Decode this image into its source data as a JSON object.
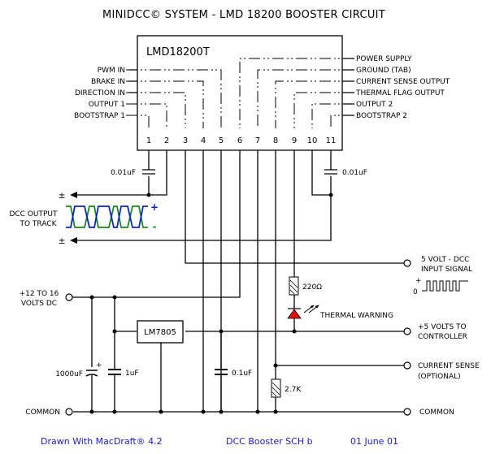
{
  "title": "MINIDCC© SYSTEM - LMD 18200  BOOSTER CIRCUIT",
  "chip": {
    "name": "LMD18200T",
    "pins": [
      "1",
      "2",
      "3",
      "4",
      "5",
      "6",
      "7",
      "8",
      "9",
      "10",
      "11"
    ],
    "left_labels": [
      "PWM IN",
      "BRAKE IN",
      "DIRECTION IN",
      "OUTPUT 1",
      "BOOTSTRAP 1"
    ],
    "right_labels": [
      "POWER SUPPLY",
      "GROUND (TAB)",
      "CURRENT SENSE OUTPUT",
      "THERMAL FLAG OUTPUT",
      "OUTPUT 2",
      "BOOTSTRAP 2"
    ]
  },
  "components": {
    "cap_bootstrap1": "0.01uF",
    "cap_bootstrap2": "0.01uF",
    "resistor_led": "220Ω",
    "led_label": "THERMAL WARNING",
    "regulator": "LM7805",
    "cap_bulk": "1000uF",
    "cap_1uf": "1uF",
    "cap_01uf": "0.1uF",
    "resistor_sense": "2.7K",
    "cap_plus_sign": "+"
  },
  "track": {
    "label_line1": "DCC OUTPUT",
    "label_line2": "TO TRACK",
    "pm_top": "±",
    "pm_bottom": "±",
    "plus": "+",
    "minus": "-",
    "colors": {
      "blue": "#1020d0",
      "green": "#1a8a1a"
    }
  },
  "terminals": {
    "dcc_input_line1": "5 VOLT - DCC",
    "dcc_input_line2": "INPUT SIGNAL",
    "dcc_plus": "+",
    "dcc_zero": "0",
    "supply_line1": "+12 TO 16",
    "supply_line2": "VOLTS DC",
    "controller_line1": "+5 VOLTS TO",
    "controller_line2": "CONTROLLER",
    "sense_line1": "CURRENT SENSE",
    "sense_line2": "(OPTIONAL)",
    "common_left": "COMMON",
    "common_right": "COMMON"
  },
  "footer": {
    "drawn_with": "Drawn With MacDraft®  4.2",
    "doc_name": "DCC Booster SCH b",
    "date": "01 June 01",
    "color": "#1a1ad0"
  },
  "colors": {
    "led": "#dd1111"
  }
}
